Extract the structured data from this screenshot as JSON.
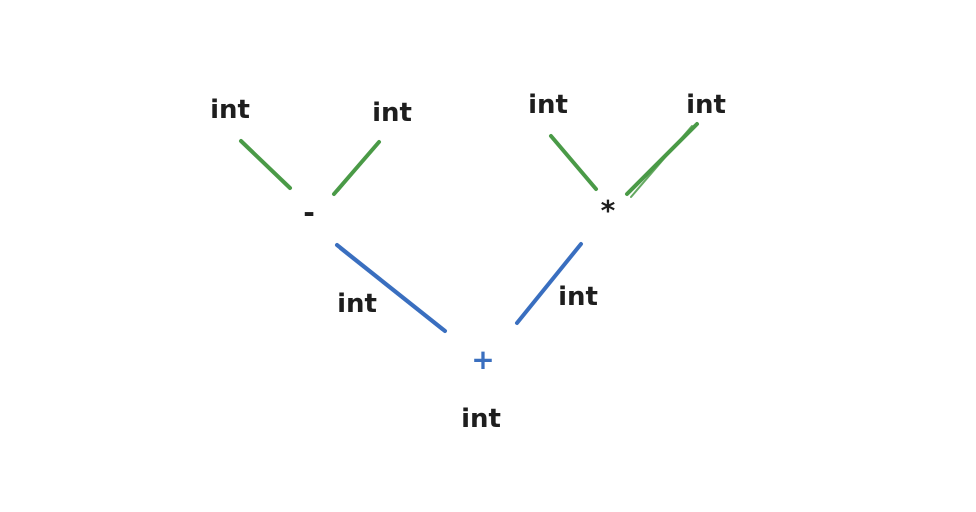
{
  "colors": {
    "text": "#1e1e1e",
    "leaf_edge": "#4a9a47",
    "root_edge": "#3a6fbf",
    "plus": "#3a6fbf"
  },
  "leaves": {
    "minus_left_type": "int",
    "minus_right_type": "int",
    "times_left_type": "int",
    "times_right_type": "int"
  },
  "operators": {
    "minus": "-",
    "times": "*",
    "plus": "+"
  },
  "intermediate": {
    "minus_result_type": "int",
    "times_result_type": "int"
  },
  "root": {
    "result_type": "int"
  }
}
